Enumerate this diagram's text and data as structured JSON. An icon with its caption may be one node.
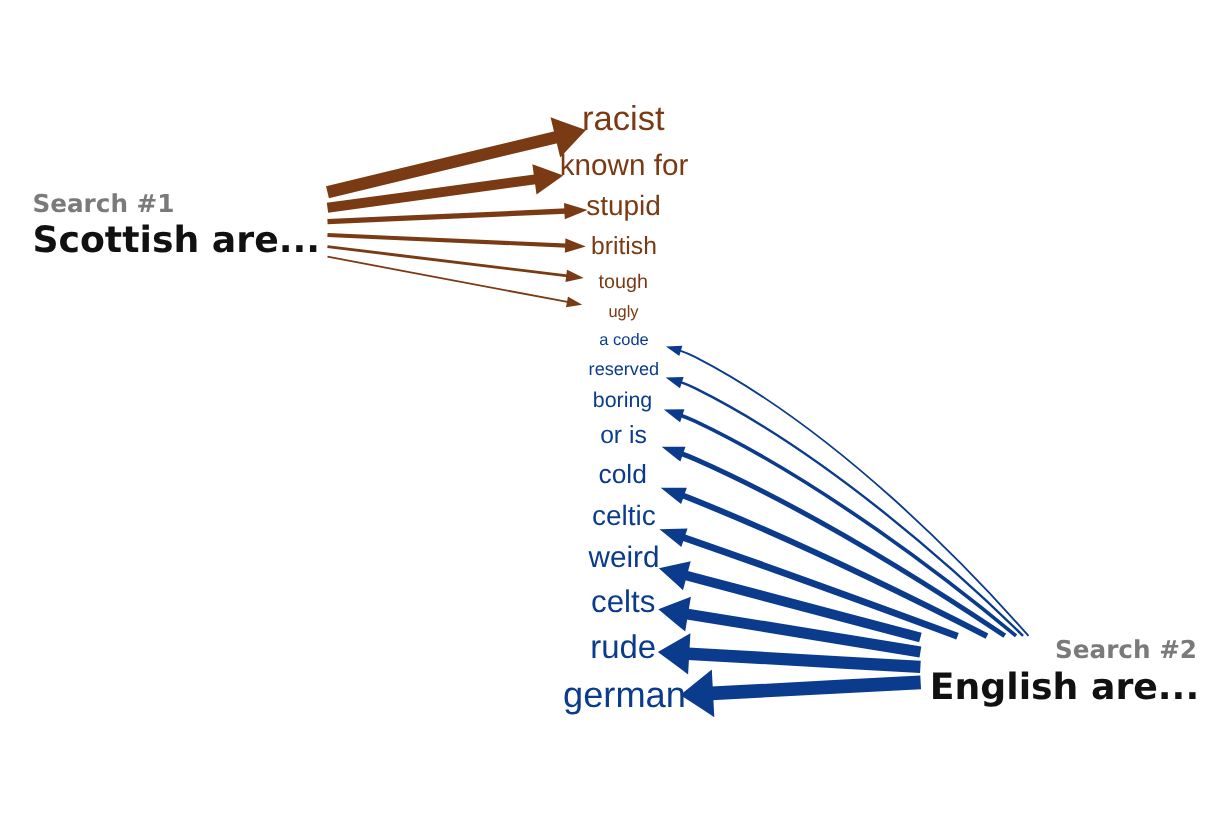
{
  "diagram": {
    "nodes": [
      {
        "text": [
          "Search #1",
          "Scottish are..."
        ]
      },
      {
        "text": [
          "racist"
        ]
      },
      {
        "text": [
          "known for"
        ]
      },
      {
        "text": [
          "stupid"
        ]
      },
      {
        "text": [
          "british"
        ]
      },
      {
        "text": [
          "tough"
        ]
      },
      {
        "text": [
          "ugly"
        ]
      },
      {
        "text": [
          "Search #2",
          "English are..."
        ]
      },
      {
        "text": [
          "a code"
        ]
      },
      {
        "text": [
          "reserved"
        ]
      },
      {
        "text": [
          "boring"
        ]
      },
      {
        "text": [
          "or is"
        ]
      },
      {
        "text": [
          "cold"
        ]
      },
      {
        "text": [
          "celtic"
        ]
      },
      {
        "text": [
          "weird"
        ]
      },
      {
        "text": [
          "celts"
        ]
      },
      {
        "text": [
          "rude"
        ]
      },
      {
        "text": [
          "german"
        ]
      }
    ],
    "edges": [
      {
        "from": 0,
        "to": 1,
        "arrow": "to",
        "style": "thick",
        "color": "#7a3b14"
      },
      {
        "from": 0,
        "to": 2,
        "arrow": "to",
        "style": "thick",
        "color": "#7a3b14"
      },
      {
        "from": 0,
        "to": 3,
        "arrow": "to",
        "color": "#7a3b14"
      },
      {
        "from": 0,
        "to": 4,
        "arrow": "to",
        "color": "#7a3b14"
      },
      {
        "from": 0,
        "to": 5,
        "arrow": "to",
        "color": "#7a3b14"
      },
      {
        "from": 0,
        "to": 6,
        "arrow": "to",
        "color": "#7a3b14"
      },
      {
        "from": 7,
        "to": 8,
        "arrow": "to"
      },
      {
        "from": 7,
        "to": 9,
        "arrow": "to"
      },
      {
        "from": 7,
        "to": 10,
        "arrow": "to"
      },
      {
        "from": 7,
        "to": 11,
        "arrow": "to"
      },
      {
        "from": 7,
        "to": 12,
        "arrow": "to"
      },
      {
        "from": 7,
        "to": 13,
        "arrow": "to"
      },
      {
        "from": 7,
        "to": 14,
        "arrow": "to",
        "style": "thick"
      },
      {
        "from": 7,
        "to": 15,
        "arrow": "to",
        "style": "thick"
      },
      {
        "from": 7,
        "to": 16,
        "arrow": "to",
        "style": "thick"
      },
      {
        "from": 7,
        "to": 17,
        "arrow": "to",
        "style": "thick"
      }
    ]
  }
}
